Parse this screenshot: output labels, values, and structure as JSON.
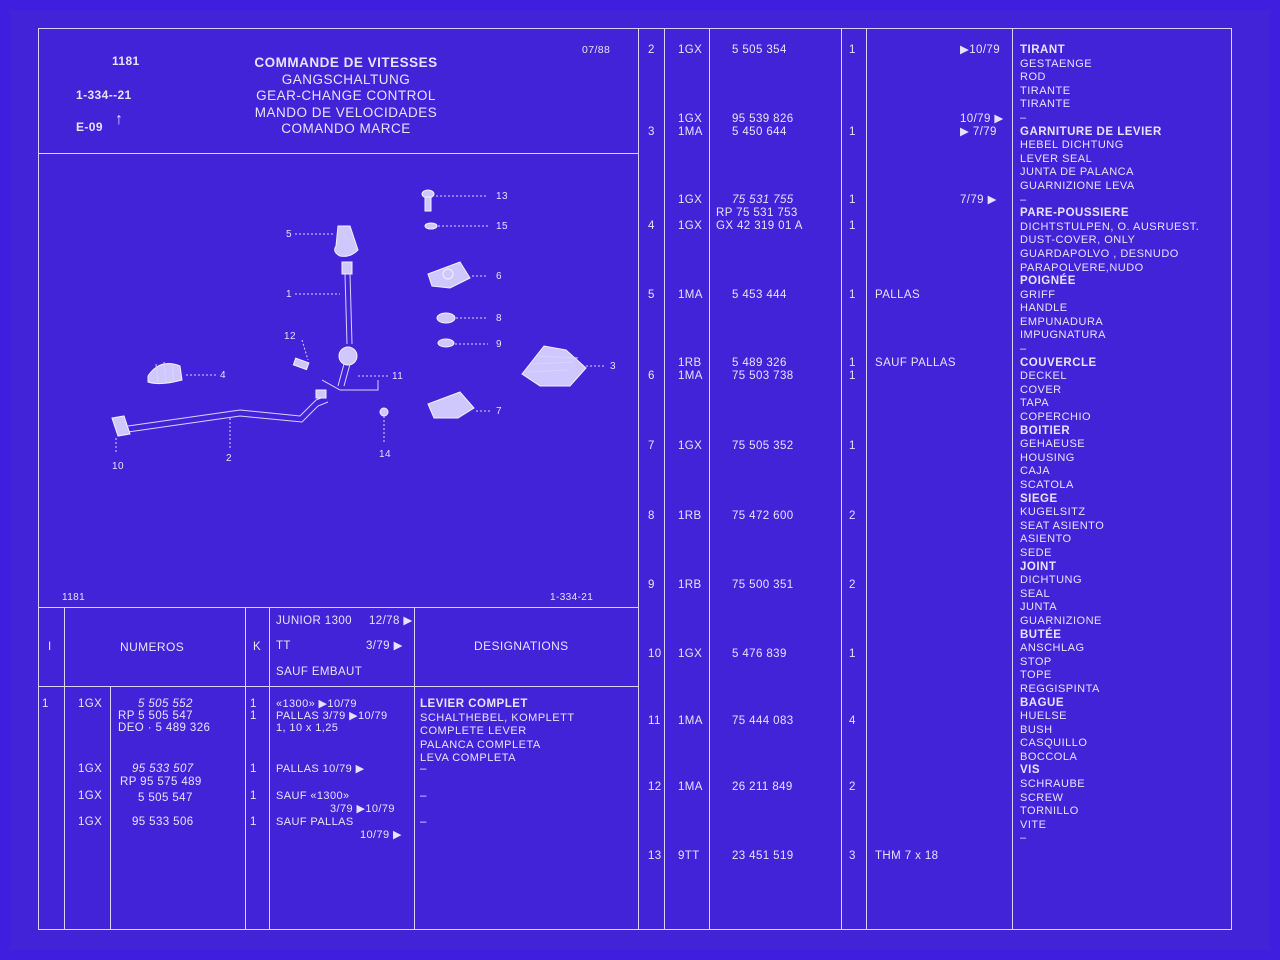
{
  "header": {
    "code": "1181",
    "ref": "1-334--21",
    "grid": "E-09",
    "date": "07/88",
    "titles": [
      "COMMANDE DE VITESSES",
      "GANGSCHALTUNG",
      "GEAR-CHANGE CONTROL",
      "MANDO DE VELOCIDADES",
      "COMANDO MARCE"
    ]
  },
  "diagram": {
    "footer_left": "1181",
    "footer_right": "1-334-21",
    "callouts": [
      "1",
      "2",
      "3",
      "4",
      "5",
      "6",
      "7",
      "8",
      "9",
      "10",
      "11",
      "12",
      "13",
      "14",
      "15"
    ]
  },
  "table_head": {
    "col_index": "I",
    "col_numeros": "NUMEROS",
    "col_k": "K",
    "models": [
      {
        "name": "JUNIOR 1300",
        "date": "12/78 ▶"
      },
      {
        "name": "TT",
        "date": "3/79 ▶"
      },
      {
        "name": "SAUF EMBAUT",
        "date": ""
      }
    ],
    "col_designations": "DESIGNATIONS"
  },
  "left_rows": {
    "index": "1",
    "codes": [
      "1GX",
      "1GX",
      "1GX",
      "1GX"
    ],
    "numbers": [
      "5 505 552",
      "RP 5 505 547",
      "DEO · 5 489 326",
      "95 533 507",
      "RP 95 575 489",
      "5 505 547",
      "95 533 506"
    ],
    "k": [
      "1",
      "1",
      "1",
      "1",
      "1"
    ],
    "notes": [
      "«1300»  ▶10/79",
      "PALLAS 3/79  ▶10/79",
      "1, 10 x 1,25",
      "PALLAS       10/79 ▶",
      "SAUF «1300»",
      "3/79  ▶10/79",
      "SAUF PALLAS",
      "10/79 ▶"
    ],
    "designations": [
      "LEVIER COMPLET",
      "SCHALTHEBEL, KOMPLETT",
      "COMPLETE LEVER",
      "PALANCA COMPLETA",
      "LEVA COMPLETA",
      "–",
      "–",
      "–"
    ]
  },
  "right_rows": [
    {
      "idx": "2",
      "codes": [
        "1GX"
      ],
      "nums": [
        "5 505 354"
      ],
      "k": [
        "1"
      ],
      "note": "",
      "date": "▶10/79"
    },
    {
      "idx": "3",
      "codes": [
        "1GX",
        "1MA"
      ],
      "nums": [
        "95 539 826",
        "5 450 644"
      ],
      "k": [
        "1"
      ],
      "note": "",
      "date": "10/79 ▶",
      "date2": "▶ 7/79"
    },
    {
      "idx": "4",
      "codes": [
        "1GX",
        "1GX"
      ],
      "nums": [
        "75 531 755",
        "RP 75 531 753",
        "GX 42 319 01 A"
      ],
      "k": [
        "1",
        "1"
      ],
      "note": "",
      "date": "7/79 ▶"
    },
    {
      "idx": "5",
      "codes": [
        "1MA"
      ],
      "nums": [
        "5 453 444"
      ],
      "k": [
        "1"
      ],
      "note": "PALLAS"
    },
    {
      "idx": "6",
      "codes": [
        "1RB",
        "1MA"
      ],
      "nums": [
        "5 489 326",
        "75 503 738"
      ],
      "k": [
        "1",
        "1"
      ],
      "note": "SAUF PALLAS"
    },
    {
      "idx": "7",
      "codes": [
        "1GX"
      ],
      "nums": [
        "75 505 352"
      ],
      "k": [
        "1"
      ],
      "note": ""
    },
    {
      "idx": "8",
      "codes": [
        "1RB"
      ],
      "nums": [
        "75 472 600"
      ],
      "k": [
        "2"
      ],
      "note": ""
    },
    {
      "idx": "9",
      "codes": [
        "1RB"
      ],
      "nums": [
        "75 500 351"
      ],
      "k": [
        "2"
      ],
      "note": ""
    },
    {
      "idx": "10",
      "codes": [
        "1GX"
      ],
      "nums": [
        "5 476 839"
      ],
      "k": [
        "1"
      ],
      "note": ""
    },
    {
      "idx": "11",
      "codes": [
        "1MA"
      ],
      "nums": [
        "75 444 083"
      ],
      "k": [
        "4"
      ],
      "note": ""
    },
    {
      "idx": "12",
      "codes": [
        "1MA"
      ],
      "nums": [
        "26 211 849"
      ],
      "k": [
        "2"
      ],
      "note": ""
    },
    {
      "idx": "13",
      "codes": [
        "9TT"
      ],
      "nums": [
        "23 451 519"
      ],
      "k": [
        "3"
      ],
      "note": "THM 7 x 18"
    }
  ],
  "designations": [
    {
      "h": "TIRANT",
      "lines": [
        "GESTAENGE",
        "ROD",
        "TIRANTE",
        "TIRANTE",
        "–"
      ]
    },
    {
      "h": "GARNITURE DE LEVIER",
      "lines": [
        "HEBEL DICHTUNG",
        "LEVER SEAL",
        "JUNTA DE PALANCA",
        "GUARNIZIONE LEVA",
        "–"
      ]
    },
    {
      "h": "PARE-POUSSIERE",
      "lines": [
        "DICHTSTULPEN, O. AUSRUEST.",
        "DUST-COVER, ONLY",
        "GUARDAPOLVO  , DESNUDO",
        "PARAPOLVERE,NUDO"
      ]
    },
    {
      "h": "POIGNÉE",
      "lines": [
        "GRIFF",
        "HANDLE",
        "EMPUNADURA",
        "IMPUGNATURA",
        "–"
      ]
    },
    {
      "h": "COUVERCLE",
      "lines": [
        "DECKEL",
        "COVER",
        "TAPA",
        "COPERCHIO"
      ]
    },
    {
      "h": "BOITIER",
      "lines": [
        "GEHAEUSE",
        "HOUSING",
        "CAJA",
        "SCATOLA"
      ]
    },
    {
      "h": "SIEGE",
      "lines": [
        "KUGELSITZ",
        "SEAT ASIENTO",
        "ASIENTO",
        "SEDE"
      ]
    },
    {
      "h": "JOINT",
      "lines": [
        "DICHTUNG",
        "SEAL",
        "JUNTA",
        "GUARNIZIONE"
      ]
    },
    {
      "h": "BUTÉE",
      "lines": [
        "ANSCHLAG",
        "STOP",
        "TOPE",
        "REGGISPINTA"
      ]
    },
    {
      "h": "BAGUE",
      "lines": [
        "HUELSE",
        "BUSH",
        "CASQUILLO",
        "BOCCOLA"
      ]
    },
    {
      "h": "VIS",
      "lines": [
        "SCHRAUBE",
        "SCREW",
        "TORNILLO",
        "VITE",
        "–"
      ]
    }
  ]
}
